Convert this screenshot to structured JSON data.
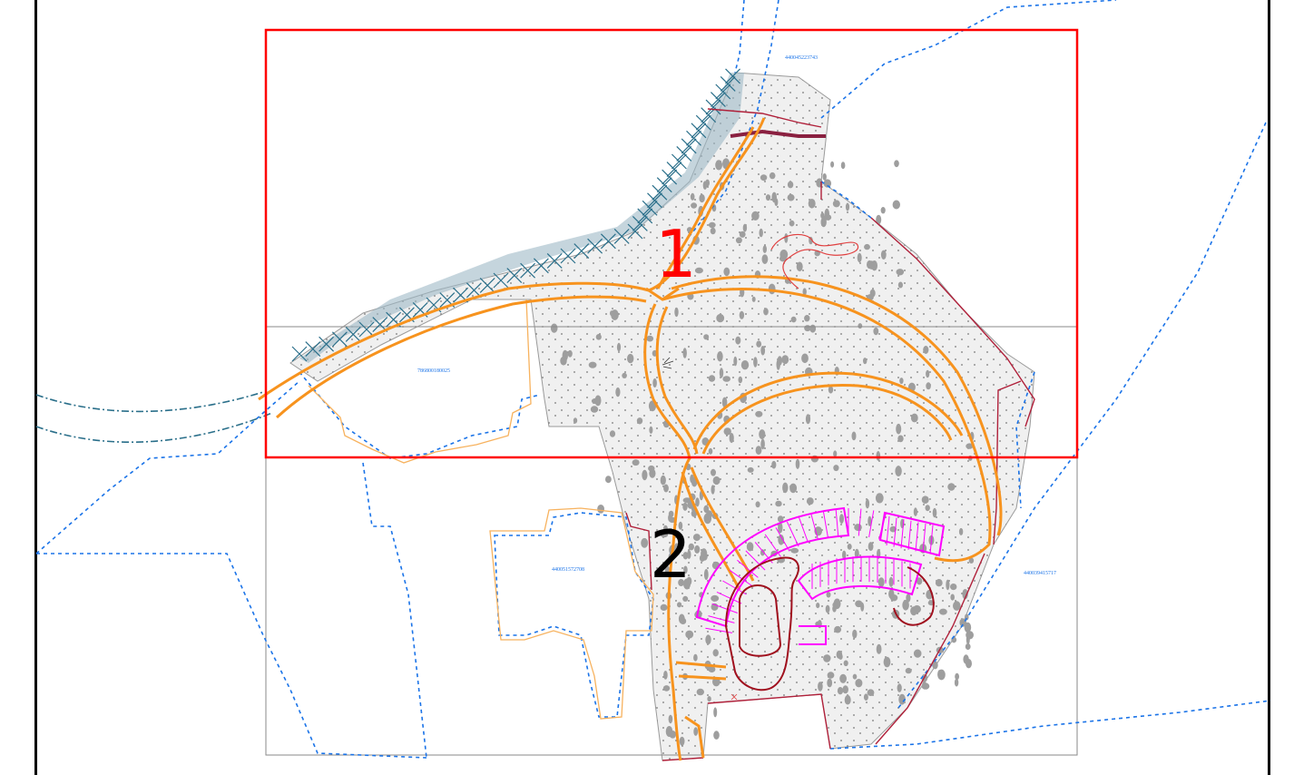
{
  "sheets": [
    {
      "number": "1",
      "color": "#ff0000"
    },
    {
      "number": "2",
      "color": "#000000"
    }
  ],
  "parcels": [
    {
      "id": "440045223743"
    },
    {
      "id": "786800180025"
    },
    {
      "id": "440051572708"
    },
    {
      "id": "440039415717"
    }
  ],
  "colors": {
    "road": "#f7931e",
    "sheet1_frame": "#ff0000",
    "cadastral_boundary": "#1a73e8",
    "parking": "#ff00ff",
    "building_outline": "#a0101e",
    "coastline": "#2a6f8a",
    "site_boundary": "#b0203a"
  }
}
